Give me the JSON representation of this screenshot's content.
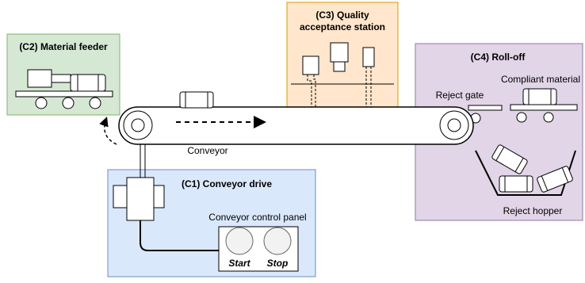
{
  "sections": {
    "feeder": {
      "title": "(C2) Material feeder",
      "fill": "#d5e8d4",
      "stroke": "#82b366"
    },
    "quality": {
      "title_line1": "(C3) Quality",
      "title_line2": "acceptance station",
      "fill": "#ffe6cc",
      "stroke": "#d79b00"
    },
    "rolloff": {
      "title": "(C4) Roll-off",
      "fill": "#e1d5e7",
      "stroke": "#9673a6"
    },
    "drive": {
      "title": "(C1) Conveyor drive",
      "fill": "#dae8fc",
      "stroke": "#6c8ebf"
    }
  },
  "labels": {
    "conveyor": "Conveyor",
    "reject_gate": "Reject gate",
    "compliant_material": "Compliant material",
    "reject_hopper": "Reject hopper",
    "control_panel": "Conveyor control panel"
  },
  "buttons": {
    "start": "Start",
    "stop": "Stop"
  }
}
